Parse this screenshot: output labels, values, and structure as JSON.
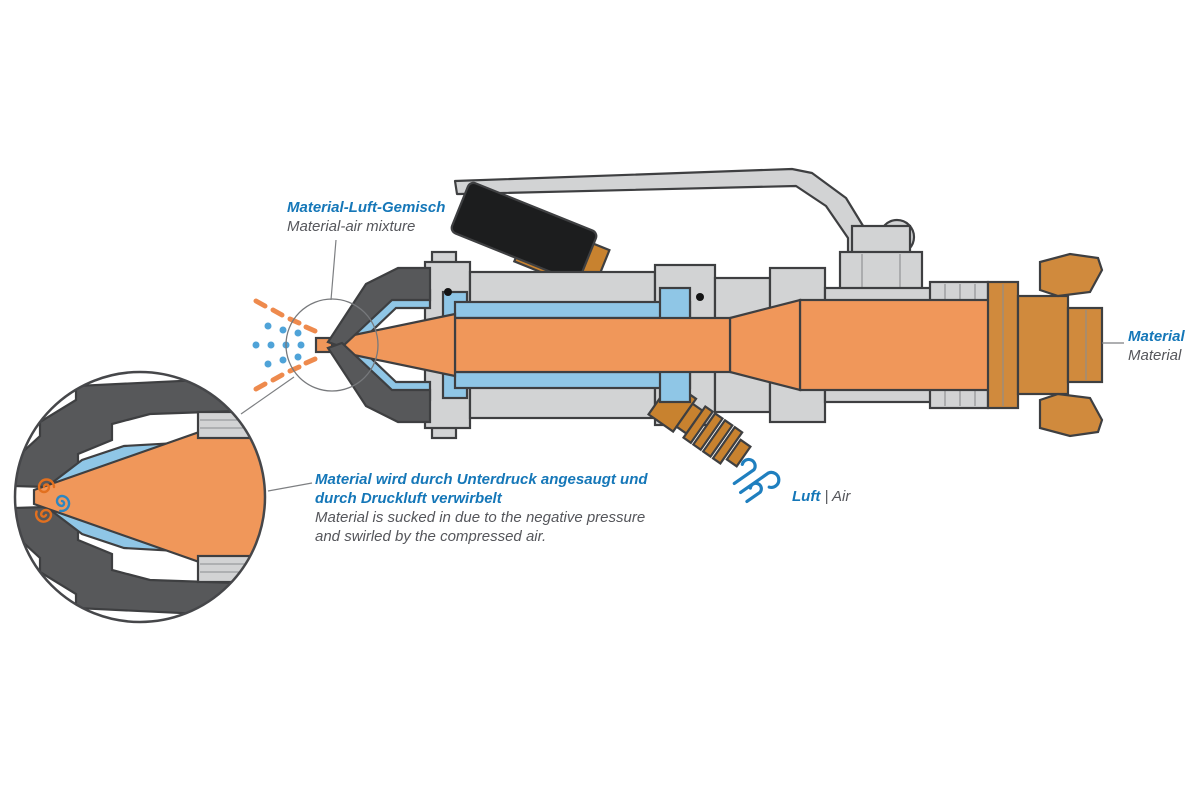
{
  "palette": {
    "label_blue": "#1577b8",
    "label_gray": "#55565b",
    "body_gray": "#d2d3d4",
    "dark_gray": "#57585a",
    "part_blue": "#8fc6e6",
    "material_orange": "#f0975a",
    "coupling_orange": "#d08a3d",
    "brass_orange": "#c8822f",
    "grip_black": "#1c1d1e",
    "outline": "#3e3f41",
    "air_icon_blue": "#1f7fbf"
  },
  "labels": {
    "mixture": {
      "de": "Material-Luft-Gemisch",
      "en": "Material-air mixture"
    },
    "material": {
      "de": "Material",
      "en": "Material"
    },
    "suction": {
      "de_line1": "Material wird durch Unterdruck angesaugt und",
      "de_line2": "durch Druckluft verwirbelt",
      "en_line1": "Material is sucked in due to the negative pressure",
      "en_line2": "and swirled by the compressed air."
    },
    "air": {
      "de": "Luft",
      "separator": "|",
      "en": "Air"
    }
  },
  "icons": {
    "wind_swirl": "wind-swirl-icon",
    "detail_magnifier": "magnifier-detail-circle"
  }
}
